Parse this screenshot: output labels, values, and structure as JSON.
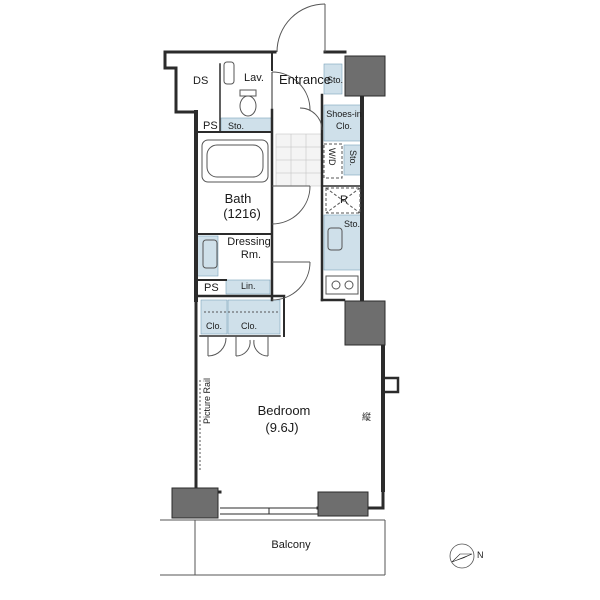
{
  "rooms": {
    "ds": "DS",
    "lav": "Lav.",
    "entrance": "Entrance",
    "sto_entrance": "Sto.",
    "ps_top": "PS",
    "sto_lav": "Sto.",
    "shoes_in_1": "Shoes-in",
    "shoes_in_2": "Clo.",
    "wd": "W/D",
    "sto_wd": "Sto.",
    "bath_name": "Bath",
    "bath_size": "(1216)",
    "r": "R",
    "sto_kitchen": "Sto.",
    "dressing_1": "Dressing",
    "dressing_2": "Rm.",
    "ps_mid": "PS",
    "lin": "Lin.",
    "clo_1": "Clo.",
    "clo_2": "Clo.",
    "picture_rail": "Picture Rail",
    "bedroom_name": "Bedroom",
    "bedroom_size": "(9.6J)",
    "side_note": "縦",
    "balcony": "Balcony",
    "compass_n": "N"
  },
  "colors": {
    "wall": "#2b2b2b",
    "column": "#6e6e6e",
    "storage": "#cfe0ea",
    "line": "#555555",
    "floor_tile": "#f2f2f2"
  }
}
